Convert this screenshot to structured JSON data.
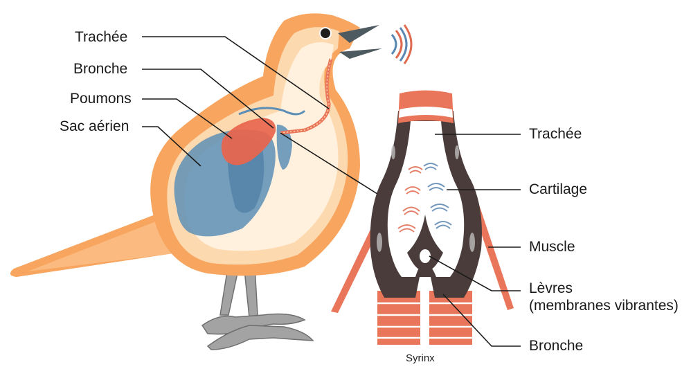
{
  "bird_labels": {
    "trachea": "Trachée",
    "bronchus": "Bronche",
    "lungs": "Poumons",
    "air_sac": "Sac aérien"
  },
  "syrinx_labels": {
    "trachea": "Trachée",
    "cartilage": "Cartilage",
    "muscle": "Muscle",
    "lips_line1": "Lèvres",
    "lips_line2": "(membranes vibrantes)",
    "bronchus": "Bronche"
  },
  "caption": "Syrinx",
  "colors": {
    "body": "#f7a55f",
    "body_light": "#fdd9b0",
    "body_inner": "#fff1dd",
    "air_sac": "#5d8fb6",
    "lung": "#e9654c",
    "muscle": "#e9765a",
    "cartilage_dark": "#4a3c3a",
    "leg": "#9a9a9a",
    "beak": "#4d5a60",
    "sound_blue": "#5a86b2",
    "sound_red": "#e06a4f"
  }
}
